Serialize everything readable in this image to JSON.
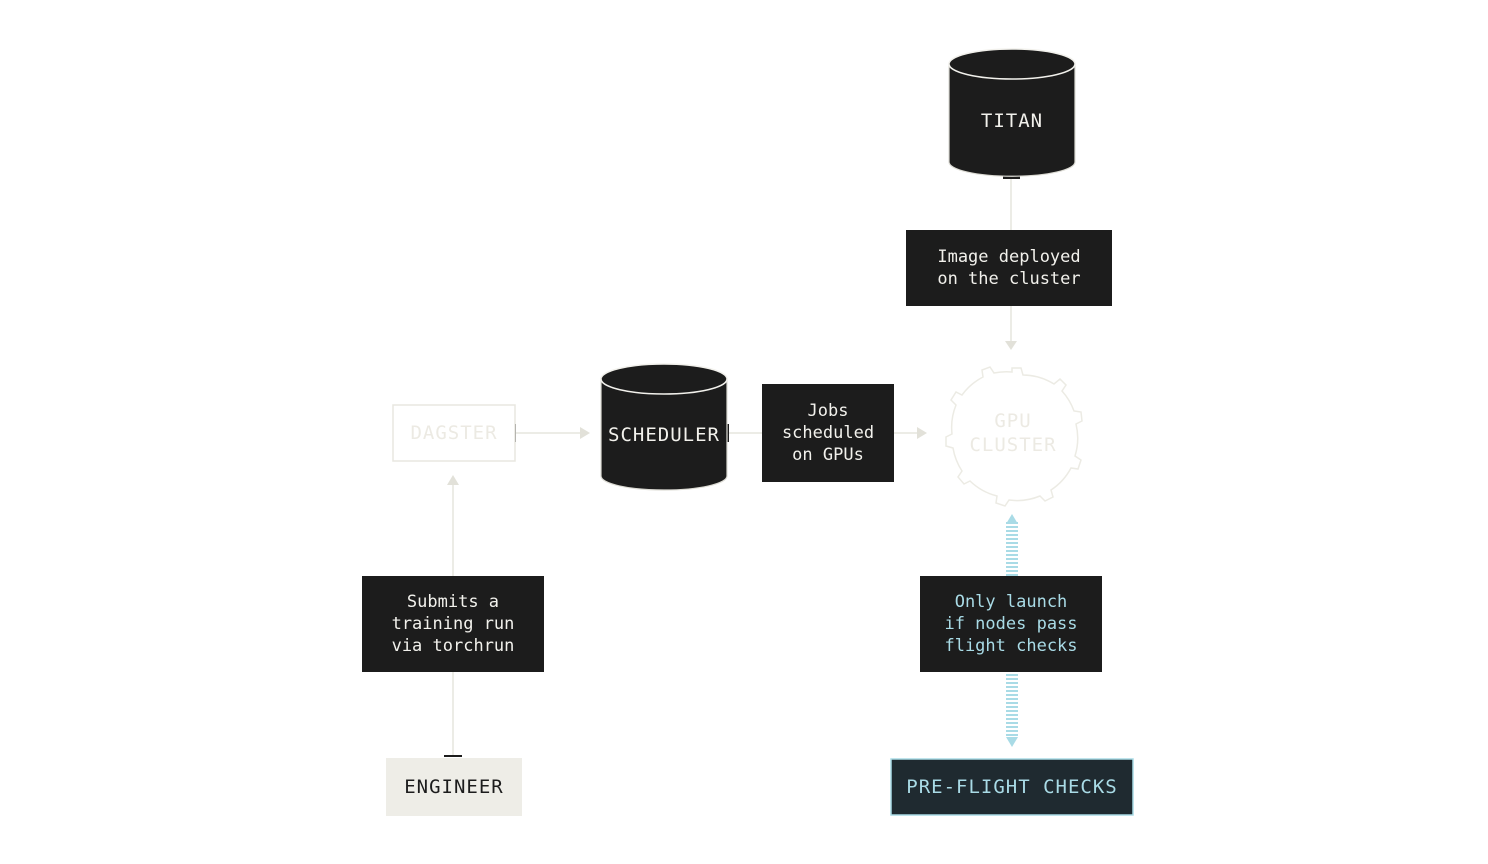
{
  "nodes": {
    "titan": "TITAN",
    "dagster": "DAGSTER",
    "scheduler": "SCHEDULER",
    "gpu_cluster": "GPU\nCLUSTER",
    "engineer": "ENGINEER",
    "preflight": "PRE-FLIGHT CHECKS"
  },
  "edge_labels": {
    "image_deployed": "Image deployed\non the cluster",
    "jobs_scheduled": "Jobs\nscheduled\non GPUs",
    "submits_run": "Submits a\ntraining run\nvia torchrun",
    "only_launch": "Only launch\nif nodes pass\nflight checks"
  },
  "colors": {
    "dark": "#1c1c1c",
    "light_text": "#f2f1ec",
    "line": "#e4e3dc",
    "faint_node": "#eceae3",
    "engineer_bg": "#eeede7",
    "accent_cyan": "#a9dbe6",
    "preflight_bg": "#1f2a30"
  }
}
